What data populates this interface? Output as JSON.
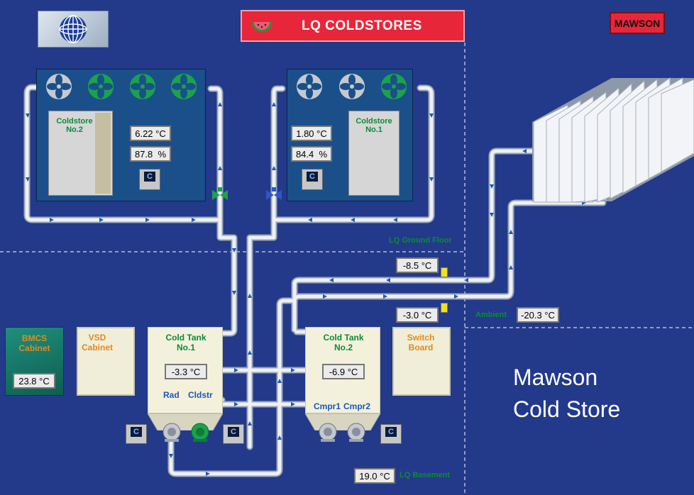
{
  "header": {
    "title": "LQ COLDSTORES",
    "mawson_button": "MAWSON"
  },
  "floors": {
    "ground": "LQ Ground Floor",
    "basement": "LQ Basement",
    "ambient_label": "Ambient"
  },
  "coldstore2": {
    "label": "Coldstore\nNo.2",
    "temperature": "6.22",
    "humidity": "87.8",
    "temp_unit": "°C",
    "hum_unit": "%"
  },
  "coldstore1": {
    "label": "Coldstore\nNo.1",
    "temperature": "1.80",
    "humidity": "84.4",
    "temp_unit": "°C",
    "hum_unit": "%"
  },
  "pipe_readings": {
    "upper": "-8.5",
    "lower": "-3.0",
    "ambient": "-20.3",
    "unit": "°C"
  },
  "bmcs": {
    "label": "BMCS\nCabinet",
    "temperature": "23.8",
    "unit": "°C"
  },
  "vsd": {
    "label": "VSD\nCabinet"
  },
  "tank1": {
    "label": "Cold Tank\nNo.1",
    "temperature": "-3.3",
    "unit": "°C",
    "rad_label": "Rad",
    "cldstr_label": "Cldstr"
  },
  "tank2": {
    "label": "Cold Tank\nNo.2",
    "temperature": "-6.9",
    "unit": "°C",
    "cmpr1_label": "Cmpr1",
    "cmpr2_label": "Cmpr2"
  },
  "switch_board": {
    "label": "Switch\nBoard"
  },
  "basement_temp": {
    "temperature": "19.0",
    "unit": "°C"
  },
  "site_name": {
    "line1": "Mawson",
    "line2": "Cold Store"
  },
  "colors": {
    "background": "#233a8a",
    "fan_green": "#1aa34a",
    "fan_grey": "#c5c9cf",
    "pipe": "#e8eaee",
    "title_red": "#e8263a",
    "label_green": "#0b8a3a",
    "label_orange": "#e08a22"
  },
  "fans": {
    "coldstore2": [
      "grey",
      "green",
      "green",
      "green"
    ],
    "coldstore1": [
      "grey",
      "grey",
      "green"
    ]
  },
  "pumps": [
    "grey",
    "green",
    "grey",
    "grey"
  ],
  "icons": [
    "globe-logo-icon",
    "watermelon-icon",
    "fan-icon",
    "valve-icon",
    "pump-icon",
    "controller-icon",
    "radiator-icon",
    "sensor-icon"
  ]
}
